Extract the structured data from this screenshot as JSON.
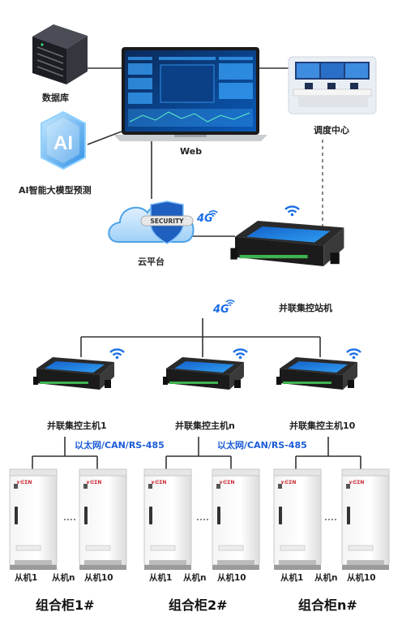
{
  "nodes": {
    "database": "数据库",
    "ai_model": "AI智能大模型预测",
    "web": "Web",
    "dispatch_center": "调度中心",
    "cloud": "云平台",
    "cloud_badge": "SECURITY",
    "ai_logo": "AI",
    "station": "并联集控站机",
    "host_1": "并联集控主机1",
    "host_n": "并联集控主机n",
    "host_10": "并联集控主机10"
  },
  "links": {
    "g4_cloud": "4G",
    "g4_station": "4G",
    "bus_1": "以太网/CAN/RS-485",
    "bus_2": "以太网/CAN/RS-485"
  },
  "groups": [
    {
      "title": "组合柜1#",
      "slaves": [
        "从机1",
        "从机n",
        "从机10"
      ]
    },
    {
      "title": "组合柜2#",
      "slaves": [
        "从机1",
        "从机n",
        "从机10"
      ]
    },
    {
      "title": "组合柜n#",
      "slaves": [
        "从机1",
        "从机n",
        "从机10"
      ]
    }
  ],
  "cabinet_brand": "∨∈ΣN",
  "colors": {
    "accent_blue": "#1a5bd8",
    "wifi_blue": "#1a6fe6",
    "line": "#333333"
  }
}
